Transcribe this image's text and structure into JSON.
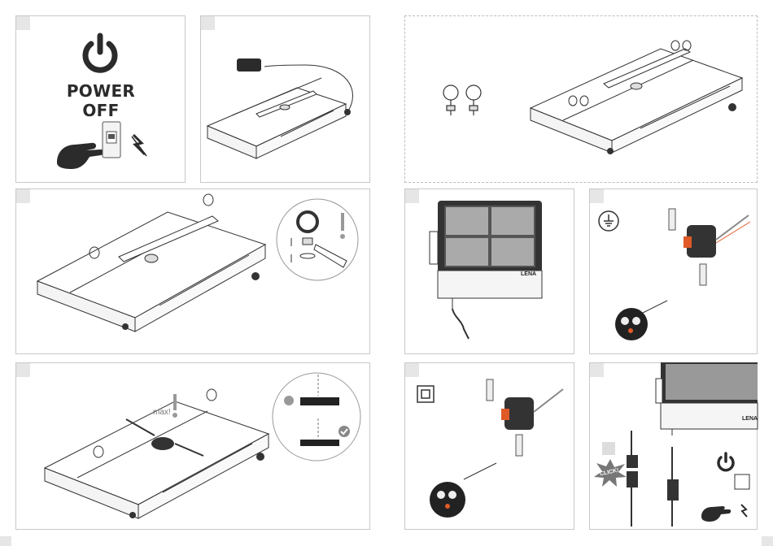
{
  "steps": {
    "step1": {
      "title": "POWER OFF"
    },
    "step4": {
      "max_label": "max!"
    },
    "step7": {
      "click_label": "CLICK!"
    },
    "product": {
      "brand": "LENA"
    }
  },
  "icons": [
    "power-icon",
    "lightning-icon",
    "hand-icon",
    "circuit-breaker-icon",
    "eye-bolt-icon",
    "wrench-icon",
    "earth-ground-icon",
    "double-insulation-icon",
    "warning-exclamation-icon",
    "check-icon",
    "connector-icon"
  ]
}
